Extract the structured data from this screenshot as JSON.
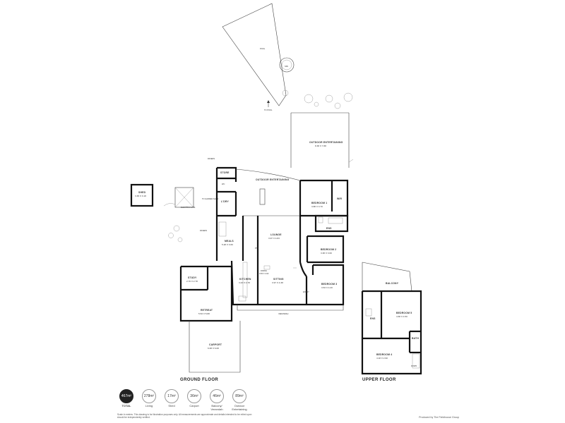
{
  "labels": {
    "pool": "POOL",
    "spa": "SPA",
    "to_pool": "TO POOL",
    "outdoor_ent_top": "OUTDOOR ENTERTAINING",
    "outdoor_ent_top_dim": "8.38 X 7.88",
    "shed": "SHED",
    "shed_dim": "3.38 X 3.18",
    "pavers_top": "PAVERS",
    "store": "STORE",
    "wc": "WC",
    "ldry": "L'DRY",
    "outdoor_ent_mid": "OUTDOOR ENTERTAINING",
    "to_garden_shed": "TO GARDEN SHED",
    "electric_gate": "ELECTRIC GATE",
    "pavers_left": "PAVERS",
    "bedroom1": "BEDROOM 1",
    "bedroom1_dim": "3.88 X 3.70",
    "wir": "WIR",
    "ens": "ENS",
    "lounge": "LOUNGE",
    "lounge_dim": "3.97 X 4.83",
    "bedroom2": "BEDROOM 2",
    "bedroom2_dim": "3.38 X 3.60",
    "bedroom3": "BEDROOM 3",
    "bedroom3_dim": "3.53 X 4.20",
    "meals": "MEALS",
    "meals_dim": "5.28 X 3.66",
    "pty": "PTY",
    "study": "STUDY",
    "study_dim": "2.70 X 2.78",
    "kitchen": "KITCHEN",
    "kitchen_dim": "3.43 X 4.78",
    "dining": "DINING",
    "dining_dim": "3.65 X 3.93",
    "sitting": "SITTING",
    "sitting_dim": "3.97 X 4.38",
    "entry": "ENTRY",
    "retreat": "RETREAT",
    "retreat_dim": "5.53 X 5.88",
    "verandah": "VERANDAH",
    "carport": "CARPORT",
    "carport_dim": "6.08 X 6.08",
    "balcony": "BALCONY",
    "bedroom5": "BEDROOM 5",
    "bedroom5_dim": "4.68 X 4.50",
    "ens2": "ENS",
    "bath": "BATH",
    "bedroom4": "BEDROOM 4",
    "bedroom4_dim": "4.18 X 2.90",
    "down": "DOWN",
    "ground_floor": "GROUND FLOOR",
    "upper_floor": "UPPER FLOOR"
  },
  "stats": [
    {
      "value": "467m²",
      "label": "TOTAL"
    },
    {
      "value": "278m²",
      "label": "Living"
    },
    {
      "value": "17m²",
      "label": "Shed"
    },
    {
      "value": "36m²",
      "label": "Carport"
    },
    {
      "value": "46m²",
      "label": "Balcony/ Verandah"
    },
    {
      "value": "89m²",
      "label": "Outdoor Entertaining"
    }
  ],
  "footnote": "Scale in metres. This drawing is for illustration purposes only. All measurements are approximate and details intended to be relied upon should be independently verified.",
  "credit": "Produced by The Fieldhouse Group"
}
